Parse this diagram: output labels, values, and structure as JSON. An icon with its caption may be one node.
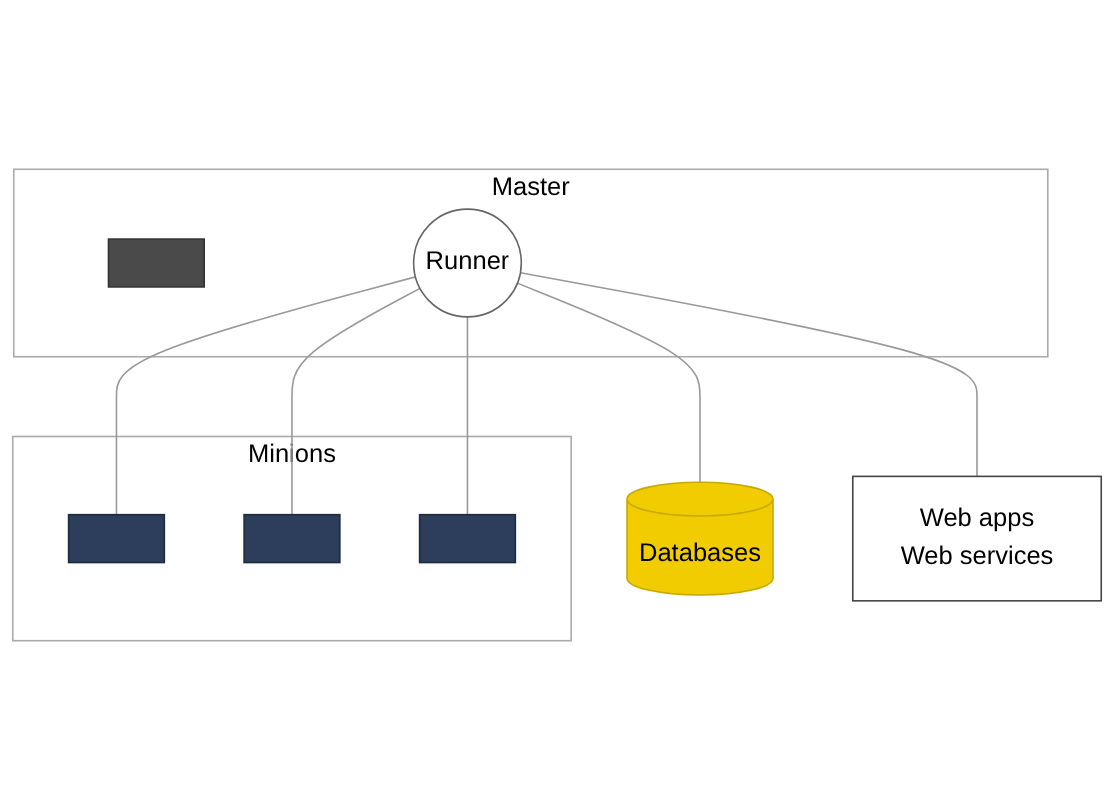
{
  "diagram": {
    "nodes": [
      {
        "text": [
          "Master"
        ]
      },
      {
        "text": [],
        "shape": "box",
        "in": 0
      },
      {
        "text": [
          "Runner"
        ],
        "in": 0
      },
      {
        "text": [
          "Databases"
        ]
      },
      {
        "text": [
          "Web apps",
          "Web services"
        ]
      },
      {
        "text": [
          "Minions"
        ]
      },
      {
        "text": [],
        "shape": "box",
        "in": 5
      },
      {
        "text": [],
        "shape": "box",
        "in": 5
      },
      {
        "text": [],
        "shape": "box",
        "in": 5
      }
    ],
    "edges": [
      {
        "from": 2,
        "to": 3,
        "arrow": "none"
      },
      {
        "from": 2,
        "to": 4,
        "arrow": "none"
      },
      {
        "from": 2,
        "to": 6,
        "arrow": "none"
      },
      {
        "from": 2,
        "to": 7,
        "arrow": "none"
      },
      {
        "from": 2,
        "to": 8,
        "arrow": "none"
      }
    ]
  }
}
